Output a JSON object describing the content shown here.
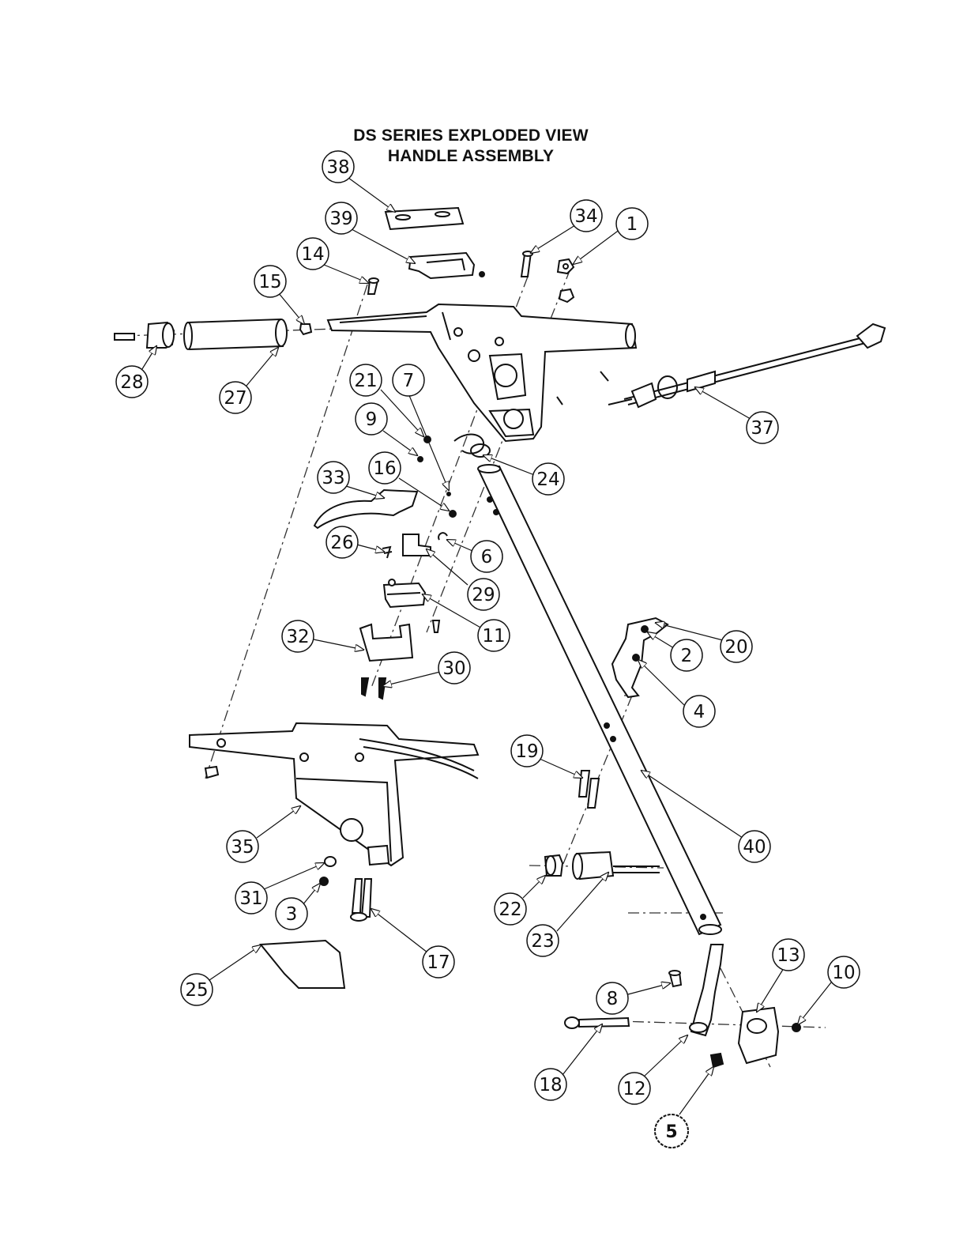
{
  "title": {
    "line1": "DS SERIES EXPLODED VIEW",
    "line2": "HANDLE ASSEMBLY"
  },
  "callouts": [
    "38",
    "39",
    "34",
    "1",
    "14",
    "15",
    "28",
    "27",
    "21",
    "7",
    "9",
    "24",
    "37",
    "33",
    "16",
    "6",
    "26",
    "29",
    "11",
    "32",
    "30",
    "20",
    "2",
    "4",
    "19",
    "40",
    "35",
    "31",
    "3",
    "17",
    "22",
    "23",
    "25",
    "13",
    "10",
    "8",
    "18",
    "12",
    "5"
  ]
}
